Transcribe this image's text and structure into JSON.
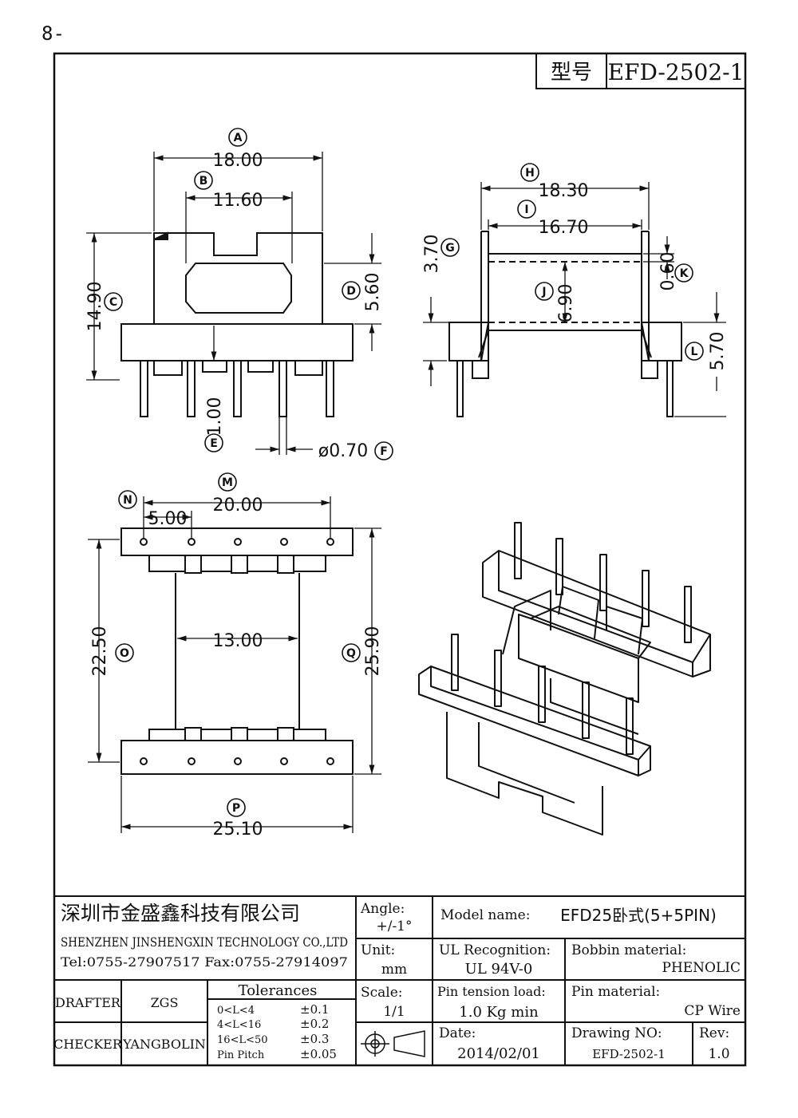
{
  "page_number": "8-",
  "model_header": {
    "label": "型号",
    "value": "EFD-2502-1"
  },
  "dimensions": {
    "A": "18.00",
    "B": "11.60",
    "C": "14.90",
    "D": "5.60",
    "E": "1.00",
    "F": "ø0.70",
    "G": "3.70",
    "H": "18.30",
    "I": "16.70",
    "J": "6.90",
    "K": "0.60",
    "L": "5.70",
    "M": "20.00",
    "N": "5.00",
    "O": "22.50",
    "P": "25.10",
    "Q": "25.90",
    "center": "13.00"
  },
  "markers": [
    "A",
    "B",
    "C",
    "D",
    "E",
    "F",
    "G",
    "H",
    "I",
    "J",
    "K",
    "L",
    "M",
    "N",
    "O",
    "P",
    "Q"
  ],
  "company": {
    "name_cn": "深圳市金盛鑫科技有限公司",
    "name_en": "SHENZHEN JINSHENGXIN TECHNOLOGY CO.,LTD",
    "contact": "Tel:0755-27907517   Fax:0755-27914097"
  },
  "title_block": {
    "drafter_label": "DRAFTER",
    "drafter": "ZGS",
    "checker_label": "CHECKER",
    "checker": "YANGBOLIN",
    "tolerances_label": "Tolerances",
    "tolerances": [
      {
        "range": "0<L<4",
        "value": "±0.1"
      },
      {
        "range": "4<L<16",
        "value": "±0.2"
      },
      {
        "range": "16<L<50",
        "value": "±0.3"
      },
      {
        "range": "Pin Pitch",
        "value": "±0.05"
      }
    ],
    "angle_label": "Angle:",
    "angle": "+/-1°",
    "unit_label": "Unit:",
    "unit": "mm",
    "scale_label": "Scale:",
    "scale": "1/1",
    "model_name_label": "Model name:",
    "model_name": "EFD25卧式(5+5PIN)",
    "ul_label": "UL Recognition:",
    "ul": "UL 94V-0",
    "bobbin_label": "Bobbin material:",
    "bobbin": "PHENOLIC",
    "pin_tension_label": "Pin tension load:",
    "pin_tension": "1.0 Kg min",
    "pin_material_label": "Pin material:",
    "pin_material": "CP Wire",
    "date_label": "Date:",
    "date": "2014/02/01",
    "drawing_no_label": "Drawing NO:",
    "drawing_no": "EFD-2502-1",
    "rev_label": "Rev:",
    "rev": "1.0"
  }
}
